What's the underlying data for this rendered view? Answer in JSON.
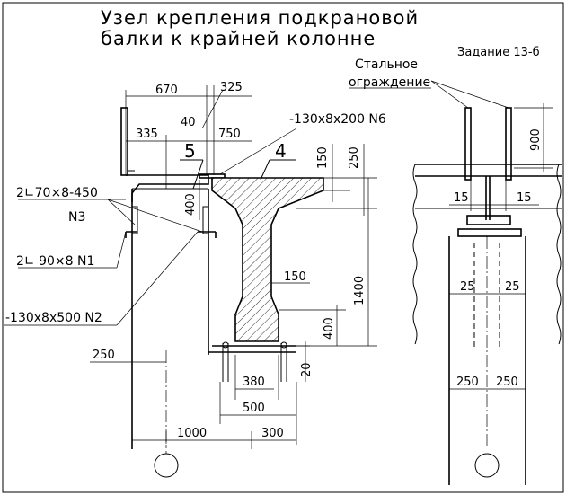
{
  "title": {
    "line1": "Узел крепления подкрановой",
    "line2": "балки к крайней колонне"
  },
  "assignment": "Задание 13-б",
  "right_view": {
    "railing_label_line1": "Стальное",
    "railing_label_line2": "ограждение",
    "dims": {
      "railing_height": "900",
      "gap_left": "15",
      "gap_right": "15",
      "mid_left": "25",
      "mid_right": "25",
      "half_left": "250",
      "half_right": "250"
    }
  },
  "left_view": {
    "callouts": {
      "mark_5": "5",
      "mark_4": "4",
      "plate_n6": "-130x8x200 N6",
      "angle_n3": "2∟70×8-450",
      "angle_n3_mark": "N3",
      "angle_n1": "2∟ 90×8  N1",
      "plate_n2": "-130x8x500 N2"
    },
    "dims": {
      "d670": "670",
      "d325": "325",
      "d40": "40",
      "d335": "335",
      "d750": "750",
      "d150_top": "150",
      "d250_top": "250",
      "d400_side": "400",
      "d150_web": "150",
      "d1400": "1400",
      "d400_bottom": "400",
      "d250_left": "250",
      "d20": "20",
      "d380": "380",
      "d500": "500",
      "d1000": "1000",
      "d300": "300"
    }
  }
}
